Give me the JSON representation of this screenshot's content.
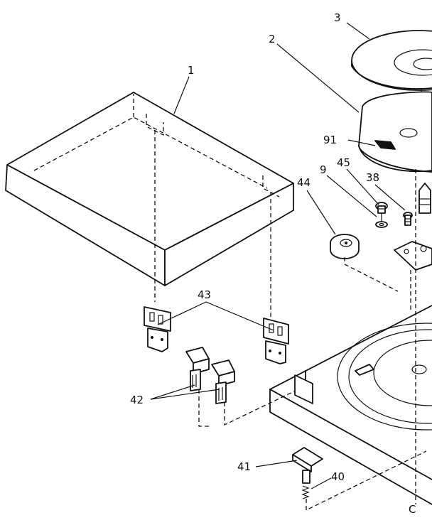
{
  "diagram": {
    "callouts": [
      {
        "id": "c1",
        "label": "1"
      },
      {
        "id": "c2",
        "label": "2"
      },
      {
        "id": "c3",
        "label": "3"
      },
      {
        "id": "c91",
        "label": "91"
      },
      {
        "id": "c9",
        "label": "9"
      },
      {
        "id": "c45",
        "label": "45"
      },
      {
        "id": "c38",
        "label": "38"
      },
      {
        "id": "c44",
        "label": "44"
      },
      {
        "id": "c43",
        "label": "43"
      },
      {
        "id": "c42",
        "label": "42"
      },
      {
        "id": "c41",
        "label": "41"
      },
      {
        "id": "c40",
        "label": "40"
      },
      {
        "id": "cC",
        "label": "C"
      }
    ]
  }
}
